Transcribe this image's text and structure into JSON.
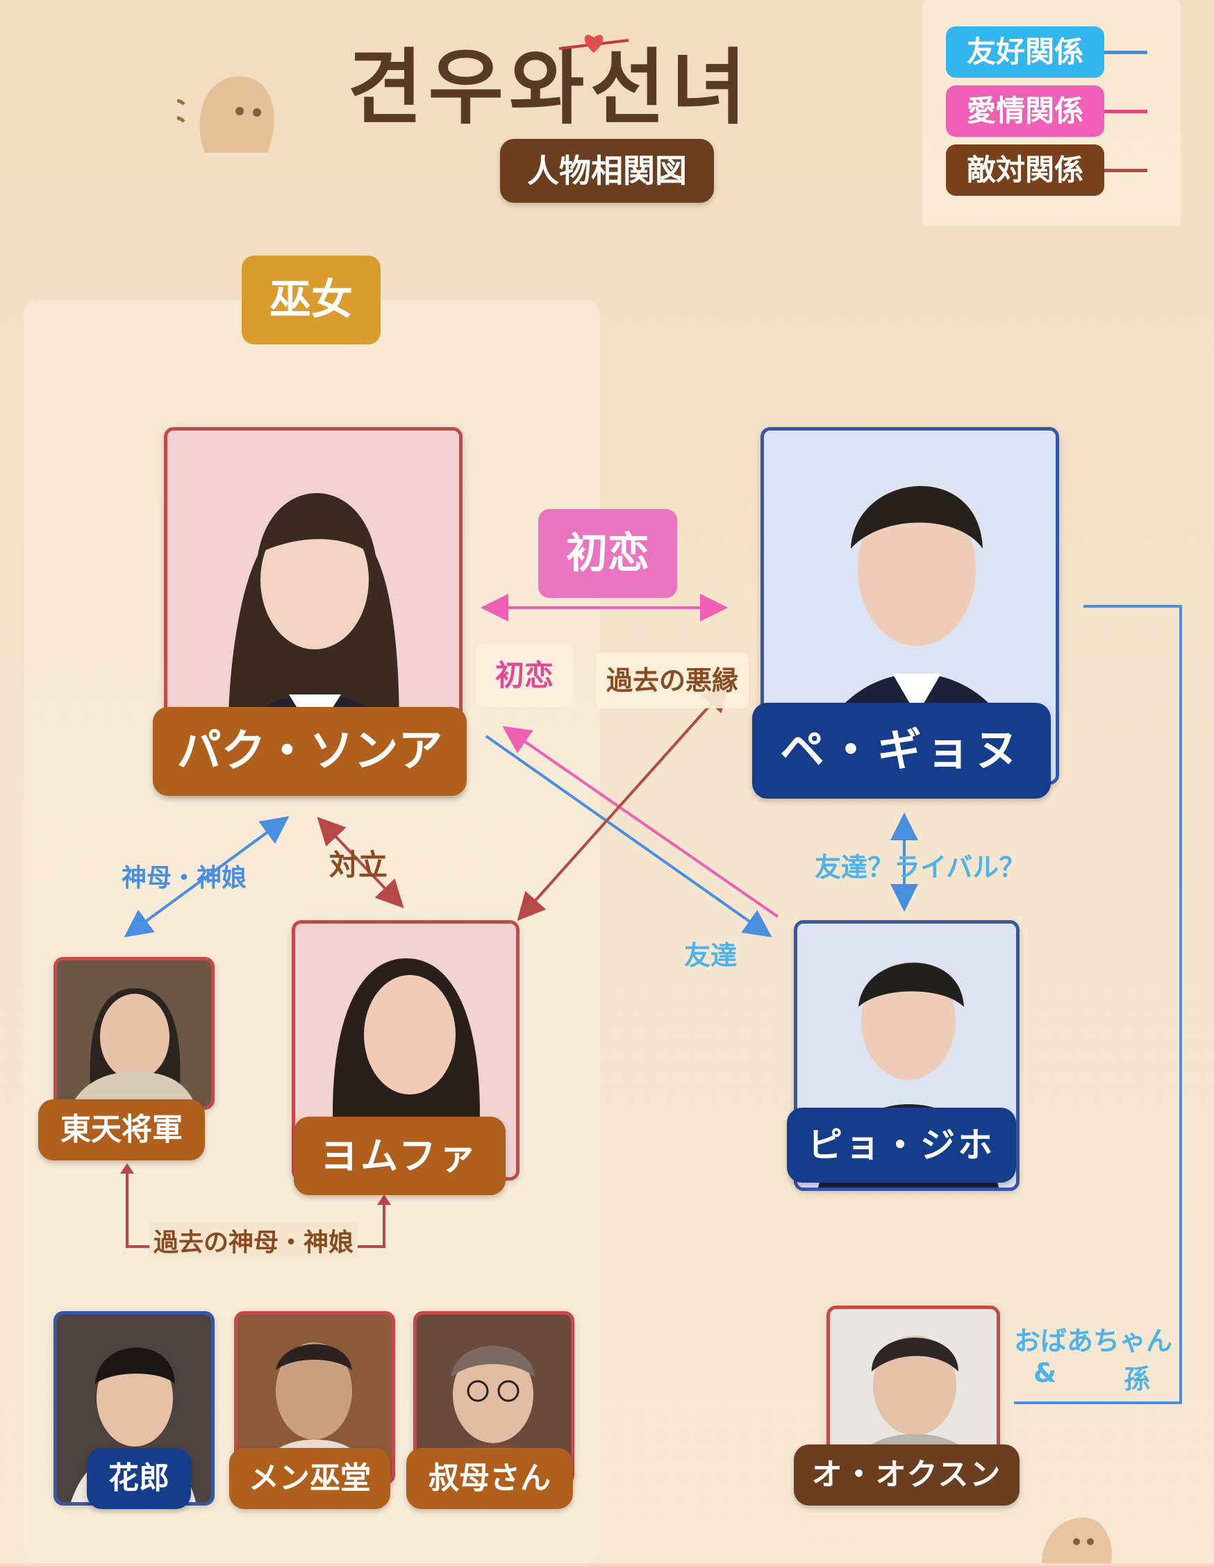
{
  "header": {
    "title": "견우와선녀",
    "subtitle": "人物相関図"
  },
  "legend": {
    "items": [
      {
        "label": "友好関係",
        "color": "#35b5ee"
      },
      {
        "label": "愛情関係",
        "color": "#ef5fb5"
      },
      {
        "label": "敵対関係",
        "color": "#7a421c"
      }
    ]
  },
  "groups": {
    "shaman_label": "巫女"
  },
  "characters": {
    "park_seonga": "パク・ソンア",
    "bae_gyeonu": "ペ・ギョヌ",
    "pyo_jiho": "ピョ・ジホ",
    "dongcheon": "東天将軍",
    "yeomhwa": "ヨムファ",
    "hwarang": "花郎",
    "men_mudang": "メン巫堂",
    "aunt": "叔母さん",
    "oh_oksun": "オ・オクスン"
  },
  "relations": {
    "first_love_main": "初恋",
    "first_love_small": "初恋",
    "past_bad_karma": "過去の悪縁",
    "god_mother_daughter": "神母・神娘",
    "conflict": "対立",
    "friend": "友達",
    "friend_rival": "友達？ライバル？",
    "past_god_mother": "過去の神母・神娘",
    "grandma": "おばあちゃん",
    "and": "&",
    "grandchild": "孫"
  },
  "colors": {
    "friendly": "#4a8ee0",
    "love": "#ef5fb5",
    "hostile": "#b84848",
    "brown": "#8a4a22"
  }
}
